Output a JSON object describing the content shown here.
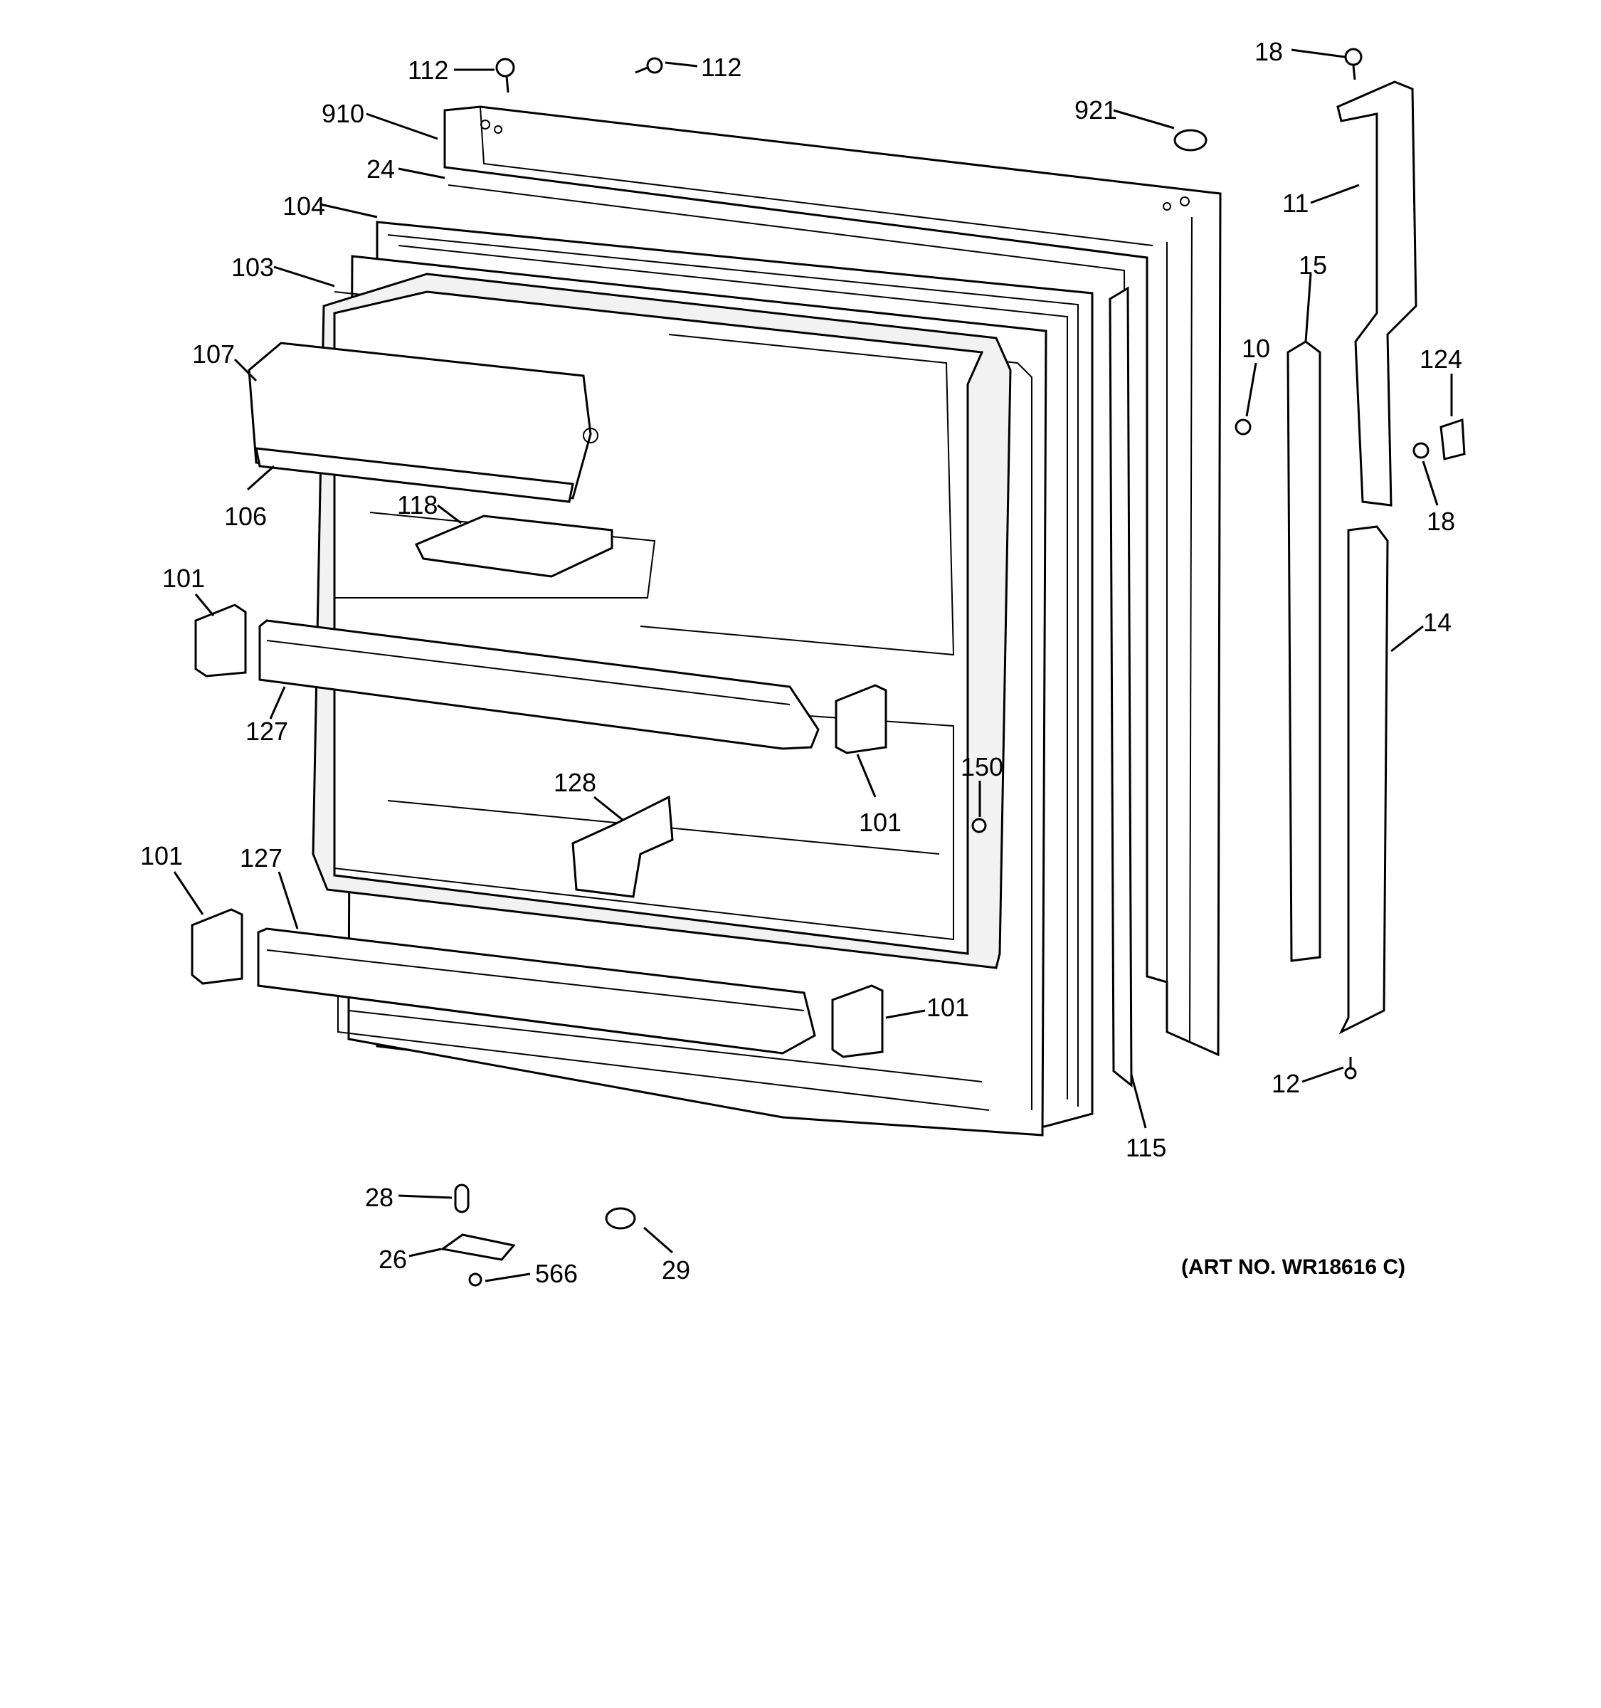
{
  "parts": {
    "p112a": "112",
    "p112b": "112",
    "p910": "910",
    "p24": "24",
    "p104": "104",
    "p103": "103",
    "p107": "107",
    "p106": "106",
    "p118": "118",
    "p101a": "101",
    "p127a": "127",
    "p128": "128",
    "p101b": "101",
    "p150": "150",
    "p101c": "101",
    "p127b": "127",
    "p101d": "101",
    "p921": "921",
    "p18a": "18",
    "p11": "11",
    "p15": "15",
    "p10": "10",
    "p124": "124",
    "p18b": "18",
    "p14": "14",
    "p12": "12",
    "p115": "115",
    "p28": "28",
    "p26": "26",
    "p566": "566",
    "p29": "29"
  },
  "art_number": "(ART NO. WR18616 C)"
}
